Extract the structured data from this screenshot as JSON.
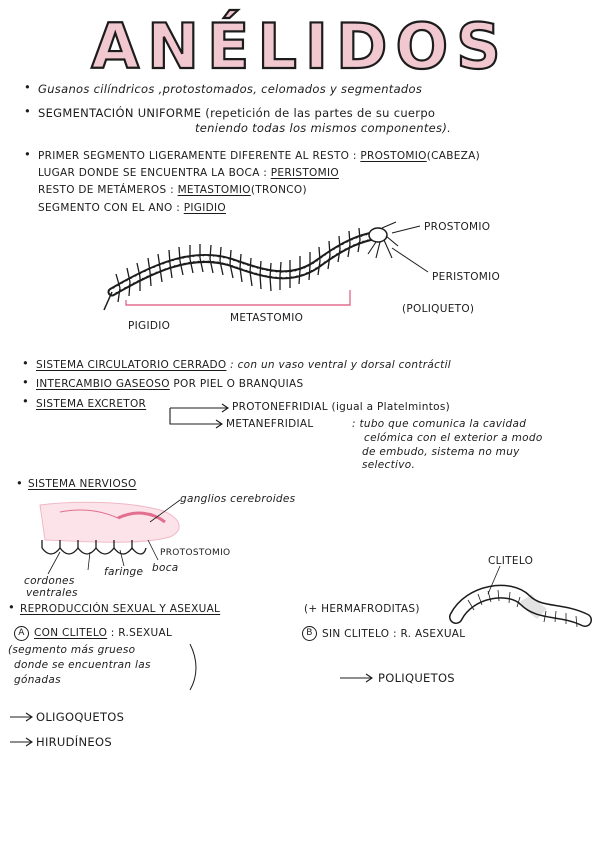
{
  "title": "ANÉLIDOS",
  "intro": {
    "line1": "Gusanos cilíndricos ,protostomados, celomados y segmentados",
    "line2a": "SEGMENTACIÓN UNIFORME (repetición de las partes de su cuerpo",
    "line2b": "teniendo todas los mismos componentes)."
  },
  "segments": {
    "l1_prefix": "PRIMER SEGMENTO LIGERAMENTE DIFERENTE AL RESTO :",
    "l1_term": "PROSTOMIO",
    "l1_suffix": "(CABEZA)",
    "l2_prefix": "LUGAR DONDE SE ENCUENTRA LA BOCA :",
    "l2_term": "PERISTOMIO",
    "l3_prefix": "RESTO DE METÁMEROS :",
    "l3_term": "METASTOMIO",
    "l3_suffix": "(TRONCO)",
    "l4_prefix": "SEGMENTO CON EL ANO :",
    "l4_term": "PIGIDIO"
  },
  "worm_labels": {
    "prostomio": "PROSTOMIO",
    "peristomio": "PERISTOMIO",
    "poliqueto": "(POLIQUETO)",
    "pigidio": "PIGIDIO",
    "metastomio": "METASTOMIO"
  },
  "systems": {
    "circ_term": "SISTEMA CIRCULATORIO CERRADO",
    "circ_desc": ": con un vaso ventral y dorsal contráctil",
    "gas_term": "INTERCAMBIO GASEOSO",
    "gas_desc": "POR PIEL O BRANQUIAS",
    "exc_term": "SISTEMA EXCRETOR",
    "exc_1": "PROTONEFRIDIAL (igual a Platelmintos)",
    "exc_2": "METANEFRIDIAL",
    "exc_2_desc1": ": tubo que comunica la cavidad",
    "exc_2_desc2": "celómica con el exterior a modo",
    "exc_2_desc3": "de embudo, sistema no muy",
    "exc_2_desc4": "selectivo."
  },
  "nervous": {
    "title": "SISTEMA NERVIOSO",
    "ganglios": "ganglios cerebroides",
    "protostomio": "PROTOSTOMIO",
    "boca": "boca",
    "faringe": "faringe",
    "cordones1": "cordones",
    "cordones2": "ventrales",
    "clitelo": "CLITELO"
  },
  "repro": {
    "title": "REPRODUCCIÓN SEXUAL Y ASEXUAL",
    "herma": "(+ HERMAFRODITAS)",
    "a_mark": "A",
    "a_label": "CON CLITELO",
    "a_desc": ": R.SEXUAL",
    "b_mark": "B",
    "b_label": "SIN CLITELO",
    "b_desc": ": R. ASEXUAL",
    "a_note1": "(segmento más grueso",
    "a_note2": "donde se encuentran las",
    "a_note3": "gónadas",
    "poliquetos": "POLIQUETOS",
    "oligoquetos": "OLIGOQUETOS",
    "hirudineos": "HIRUDÍNEOS"
  },
  "colors": {
    "ink": "#1c1c1c",
    "title_fill": "#e8a6b4",
    "pink": "#e36f8f",
    "pink_light": "#f3c3ce"
  }
}
